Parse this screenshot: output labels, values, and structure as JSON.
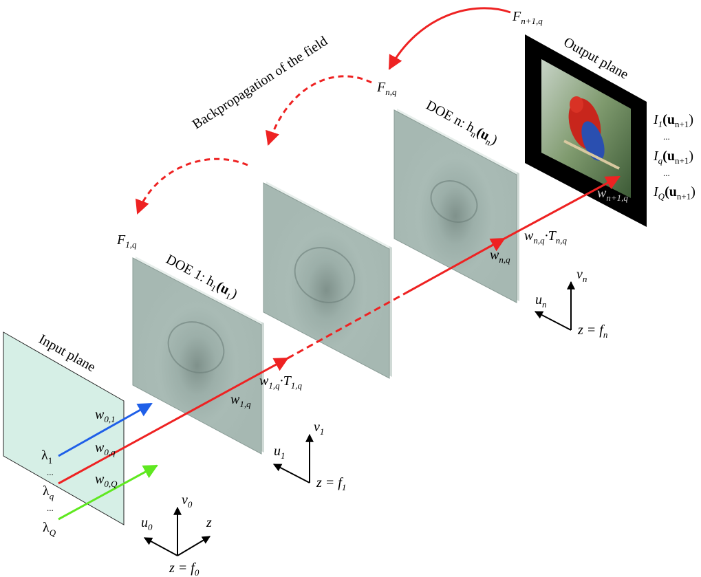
{
  "title": "",
  "colors": {
    "red": "#ee2222",
    "blue": "#1f5fe8",
    "green": "#5fe820",
    "input_plane_fill": "#d6efe6",
    "doe_fill": "#a6b8b2",
    "output_frame": "#000000"
  },
  "labels": {
    "input_plane": "Input plane",
    "output_plane": "Output plane",
    "backprop": "Backpropagation of the field",
    "doe1": "DOE 1: h",
    "doe1_sub": "1",
    "doe1_arg": "(u",
    "doe1_arg_sub": "1",
    "doe1_close": ")",
    "doen": "DOE n: h",
    "doen_sub": "n",
    "doen_arg": "(u",
    "doen_arg_sub": "n",
    "doen_close": ")",
    "F1q": "F",
    "F1q_sub": "1,q",
    "Fnq": "F",
    "Fnq_sub": "n,q",
    "Fn1q": "F",
    "Fn1q_sub": "n+1,q",
    "lambda1": "λ",
    "lambda1_sub": "1",
    "lambdaq": "λ",
    "lambdaq_sub": "q",
    "lambdaQ": "λ",
    "lambdaQ_sub": "Q",
    "dots": "...",
    "w01": "w",
    "w01_sub": "0,1",
    "w0q": "w",
    "w0q_sub": "0,q",
    "w0Q": "w",
    "w0Q_sub": "0,Q",
    "w1q": "w",
    "w1q_sub": "1,q",
    "w1qT": "w",
    "w1qT_sub": "1,q",
    "T1q": "·T",
    "T1q_sub": "1,q",
    "wnq": "w",
    "wnq_sub": "n,q",
    "wnqT": "w",
    "wnqT_sub": "n,q",
    "Tnq": "·T",
    "Tnq_sub": "n,q",
    "wn1q": "w",
    "wn1q_sub": "n+1,q",
    "I1": "I",
    "I1_sub": "1",
    "Iq": "I",
    "Iq_sub": "q",
    "IQ": "I",
    "IQ_sub": "Q",
    "u_arg": "(u",
    "u_arg_sub": "n+1",
    "u_close": ")",
    "axis0_u": "u",
    "axis0_u_sub": "0",
    "axis0_v": "v",
    "axis0_v_sub": "0",
    "axis0_z": "z",
    "axis0_eq": "z = f",
    "axis0_eq_sub": "0",
    "axis1_u": "u",
    "axis1_u_sub": "1",
    "axis1_v": "v",
    "axis1_v_sub": "1",
    "axis1_eq": "z = f",
    "axis1_eq_sub": "1",
    "axisn_u": "u",
    "axisn_u_sub": "n",
    "axisn_v": "v",
    "axisn_v_sub": "n",
    "axisn_eq": "z = f",
    "axisn_eq_sub": "n"
  }
}
